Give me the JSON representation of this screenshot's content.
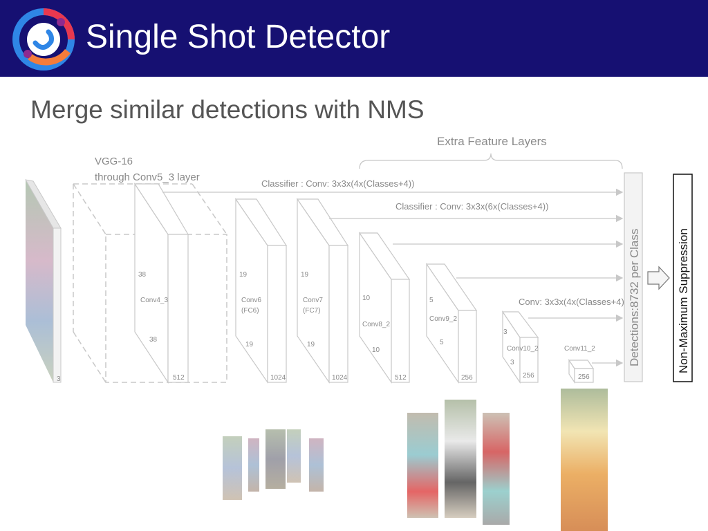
{
  "header": {
    "title": "Single Shot Detector",
    "logo_icon": "circular-swirl-logo-icon",
    "background_color": "#161072"
  },
  "subtitle": "Merge similar detections with NMS",
  "diagram": {
    "vgg_label_line1": "VGG-16",
    "vgg_label_line2": "through Conv5_3 layer",
    "extra_feature_layers": "Extra Feature Layers",
    "classifier_1": "Classifier : Conv: 3x3x(4x(Classes+4))",
    "classifier_2": "Classifier : Conv: 3x3x(6x(Classes+4))",
    "classifier_3": "Conv: 3x3x(4x(Classes+4))",
    "detections_label": "Detections:8732  per Class",
    "nms_label": "Non-Maximum Suppression",
    "input_depth": "3",
    "layers": [
      {
        "name": "Conv4_3",
        "top_dim": "38",
        "bottom_dim": "38",
        "depth": "512"
      },
      {
        "name": "Conv6",
        "name2": "(FC6)",
        "top_dim": "19",
        "bottom_dim": "19",
        "depth": "1024"
      },
      {
        "name": "Conv7",
        "name2": "(FC7)",
        "top_dim": "19",
        "bottom_dim": "19",
        "depth": "1024"
      },
      {
        "name": "Conv8_2",
        "top_dim": "10",
        "bottom_dim": "10",
        "depth": "512"
      },
      {
        "name": "Conv9_2",
        "top_dim": "5",
        "bottom_dim": "5",
        "depth": "256"
      },
      {
        "name": "Conv10_2",
        "top_dim": "3",
        "bottom_dim": "3",
        "depth": "256"
      },
      {
        "name": "Conv11_2",
        "depth": "256"
      }
    ]
  },
  "colors": {
    "line": "#c8c8c8",
    "label": "#8a8a8a",
    "nms_border": "#111111"
  }
}
